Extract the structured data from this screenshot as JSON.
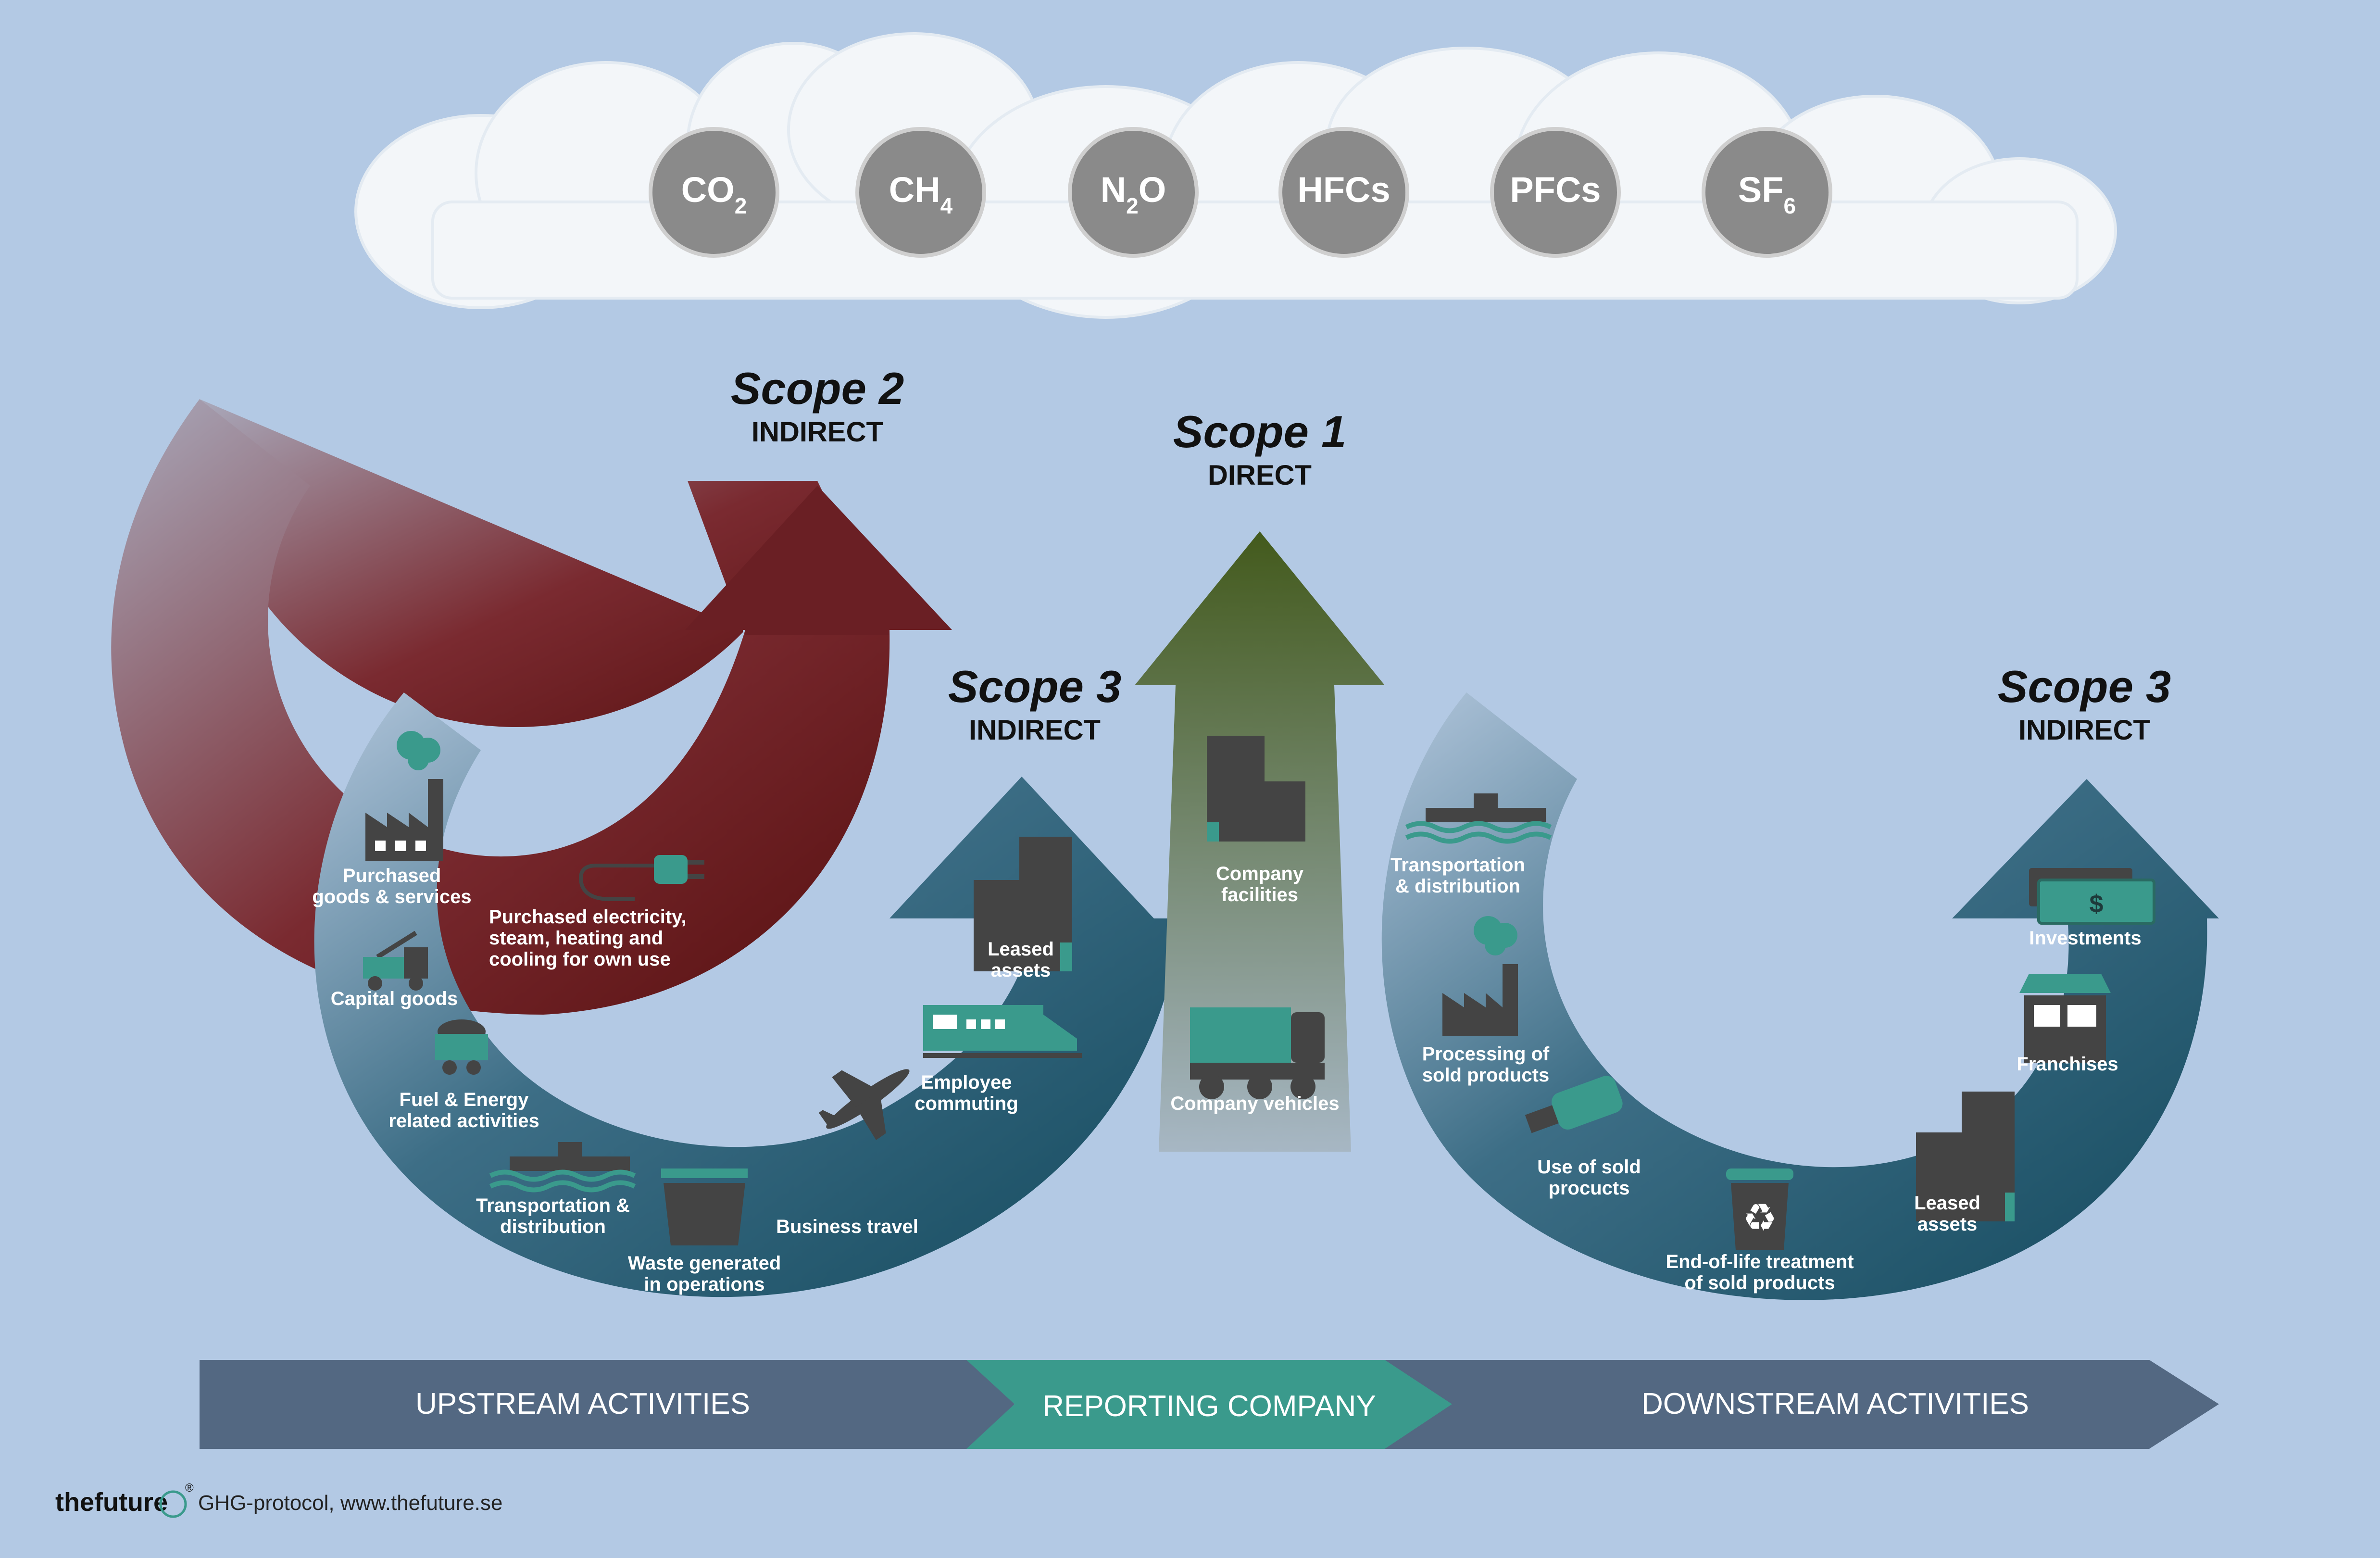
{
  "gases": [
    {
      "base": "CO",
      "sub": "2"
    },
    {
      "base": "CH",
      "sub": "4"
    },
    {
      "base": "N",
      "sub": "2",
      "tail": "O"
    },
    {
      "base": "HFCs"
    },
    {
      "base": "PFCs"
    },
    {
      "base": "SF",
      "sub": "6"
    }
  ],
  "scope2": {
    "title": "Scope 2",
    "subtitle": "INDIRECT",
    "activity": [
      "Purchased electricity,",
      "steam, heating and",
      "cooling for own use"
    ]
  },
  "scope1": {
    "title": "Scope 1",
    "subtitle": "DIRECT",
    "facilities": [
      "Company",
      "facilities"
    ],
    "vehicles": "Company vehicles"
  },
  "scope3_upstream": {
    "title": "Scope 3",
    "subtitle": "INDIRECT",
    "purchased": [
      "Purchased",
      "goods & services"
    ],
    "capital": "Capital goods",
    "fuel": [
      "Fuel & Energy",
      "related activities"
    ],
    "transport": [
      "Transportation &",
      "distribution"
    ],
    "waste": [
      "Waste generated",
      "in operations"
    ],
    "travel": "Business travel",
    "commuting": [
      "Employee",
      "commuting"
    ],
    "leased": [
      "Leased",
      "assets"
    ]
  },
  "scope3_downstream": {
    "title": "Scope 3",
    "subtitle": "INDIRECT",
    "transport": [
      "Transportation",
      "& distribution"
    ],
    "processing": [
      "Processing of",
      "sold products"
    ],
    "use": [
      "Use of sold",
      "procucts"
    ],
    "eol": [
      "End-of-life treatment",
      "of sold products"
    ],
    "leased": [
      "Leased",
      "assets"
    ],
    "franchises": "Franchises",
    "investments": "Investments",
    "dollar": "$"
  },
  "band": {
    "upstream": "UPSTREAM ACTIVITIES",
    "reporting": "REPORTING COMPANY",
    "downstream": "DOWNSTREAM ACTIVITIES"
  },
  "footer": {
    "brand": "thefuture",
    "registered": "®",
    "credit": "GHG-protocol, www.thefuture.se"
  },
  "colors": {
    "background": "#b3c9e4",
    "scope2": "#5c1515",
    "scope1": "#4a5e22",
    "scope3": "#154a5c",
    "accent": "#3a9a8c",
    "band": "#536882"
  }
}
